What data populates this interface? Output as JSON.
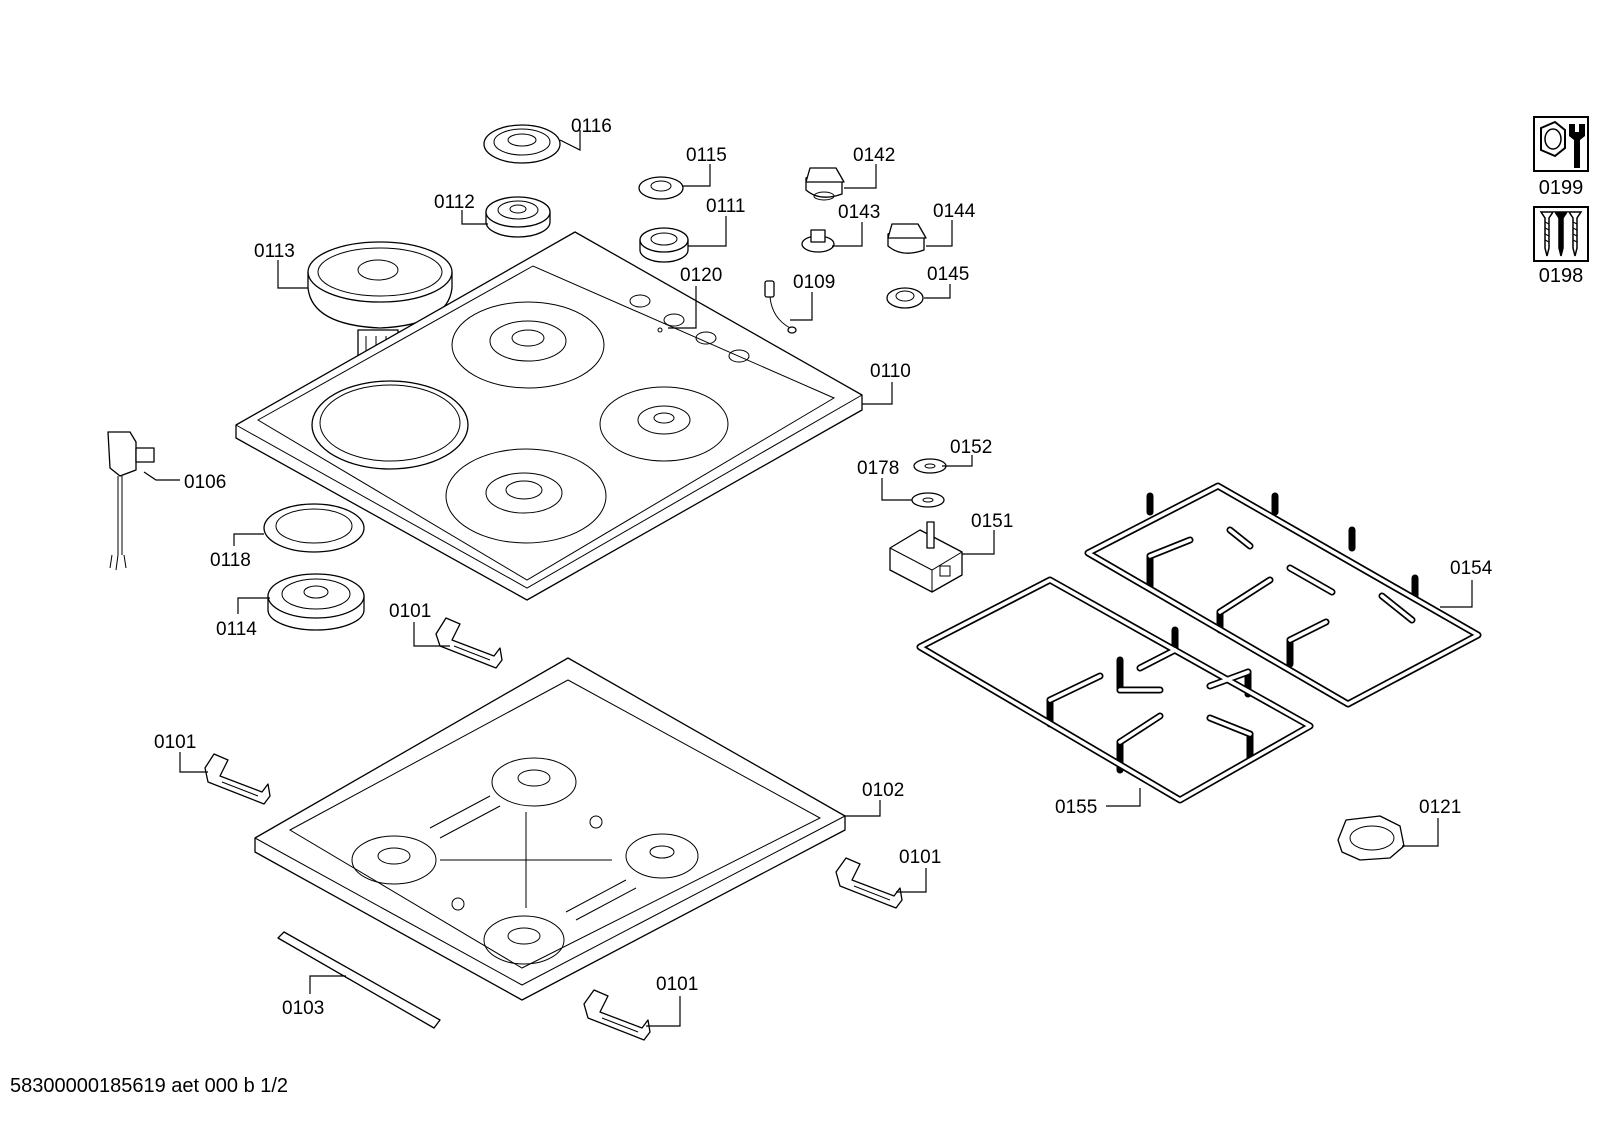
{
  "diagram": {
    "footer_code": "58300000185619 aet 000 b 1/2",
    "legend_icons": [
      {
        "icon": "nut-wrench-icon",
        "label": "0199"
      },
      {
        "icon": "screws-icon",
        "label": "0198"
      }
    ],
    "part_labels": [
      {
        "key": "p0116",
        "text": "0116"
      },
      {
        "key": "p0115",
        "text": "0115"
      },
      {
        "key": "p0142",
        "text": "0142"
      },
      {
        "key": "p0112",
        "text": "0112"
      },
      {
        "key": "p0111",
        "text": "0111"
      },
      {
        "key": "p0143",
        "text": "0143"
      },
      {
        "key": "p0144",
        "text": "0144"
      },
      {
        "key": "p0113",
        "text": "0113"
      },
      {
        "key": "p0120",
        "text": "0120"
      },
      {
        "key": "p0109",
        "text": "0109"
      },
      {
        "key": "p0145",
        "text": "0145"
      },
      {
        "key": "p0110",
        "text": "0110"
      },
      {
        "key": "p0106",
        "text": "0106"
      },
      {
        "key": "p0152",
        "text": "0152"
      },
      {
        "key": "p0178",
        "text": "0178"
      },
      {
        "key": "p0151",
        "text": "0151"
      },
      {
        "key": "p0118",
        "text": "0118"
      },
      {
        "key": "p0114",
        "text": "0114"
      },
      {
        "key": "p0101a",
        "text": "0101"
      },
      {
        "key": "p0154",
        "text": "0154"
      },
      {
        "key": "p0101b",
        "text": "0101"
      },
      {
        "key": "p0102",
        "text": "0102"
      },
      {
        "key": "p0155",
        "text": "0155"
      },
      {
        "key": "p0121",
        "text": "0121"
      },
      {
        "key": "p0101c",
        "text": "0101"
      },
      {
        "key": "p0103",
        "text": "0103"
      },
      {
        "key": "p0101d",
        "text": "0101"
      }
    ]
  }
}
